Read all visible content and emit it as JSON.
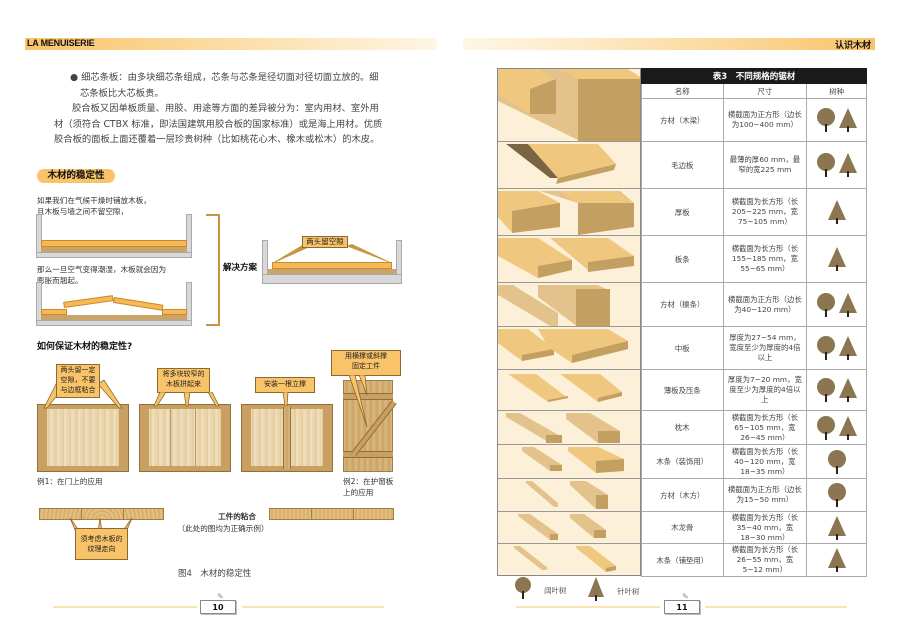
{
  "left_page": {
    "header": "LA MENUISERIE",
    "bullet": "细芯条板：由多块细芯条组成，芯条与芯条是径切面对径切面立放的。细芯条板比大芯板贵。",
    "bullet_line1": "细芯条板：由多块细芯条组成，芯条与芯条是径切面对径切面立放的。细",
    "bullet_line2": "芯条板比大芯板贵。",
    "paragraph_line1": "胶合板又因单板质量、用胶、用途等方面的差异被分为：室内用材、室外用",
    "paragraph_line2": "材（须符合 CTBX 标准，即法国建筑用胶合板的国家标准）或是海上用材。优质",
    "paragraph_line3": "胶合板的面板上面还覆着一层珍贵树种（比如桃花心木、橡木或松木）的木皮。",
    "section_title": "木材的稳定性",
    "diagram1_text_line1": "如果我们在气候干燥时铺放木板，",
    "diagram1_text_line2": "且木板与墙之间不留空隙，",
    "diagram2_text_line1": "那么一旦空气变得潮湿，木板就会因为",
    "diagram2_text_line2": "膨胀而翘起。",
    "solution_label": "解决方案",
    "solution_callout": "两头留空隙",
    "question_title": "如何保证木材的稳定性?",
    "callouts": {
      "door1_line1": "两头留一定",
      "door1_line2": "空隙，不要",
      "door1_line3": "与边框粘合",
      "door2_line1": "将多块较窄的",
      "door2_line2": "木板拼起来",
      "door3": "安装一根立撑",
      "shutter_line1": "用横撑或斜撑",
      "shutter_line2": "固定工件",
      "grain_line1": "须考虑木板的",
      "grain_line2": "纹理走向"
    },
    "example1": "例1：在门上的应用",
    "example2_line1": "例2：在护窗板",
    "example2_line2": "上的应用",
    "gluing_title": "工件的粘合",
    "gluing_note": "（此处的图均为正确示例）",
    "figure_caption": "图4　木材的稳定性",
    "page_number": "10"
  },
  "right_page": {
    "header": "认识木材",
    "table": {
      "title": "表3　不同规格的锯材",
      "columns": [
        "名称",
        "尺寸",
        "树种"
      ],
      "rows": [
        {
          "name": "方材（木梁）",
          "size": "横截面为正方形（边长为100~400 mm）",
          "species": [
            "broadleaf",
            "conifer"
          ]
        },
        {
          "name": "毛边板",
          "size": "最薄的厚60 mm，最窄的宽225 mm",
          "species": [
            "broadleaf",
            "conifer"
          ]
        },
        {
          "name": "厚板",
          "size": "横截面为长方形（长205~225 mm，宽75~105 mm）",
          "species": [
            "conifer"
          ]
        },
        {
          "name": "板条",
          "size": "横截面为长方形（长155~185 mm，宽55~65 mm）",
          "species": [
            "conifer"
          ]
        },
        {
          "name": "方材（檩条）",
          "size": "横截面为正方形（边长为40~120 mm）",
          "species": [
            "broadleaf",
            "conifer"
          ]
        },
        {
          "name": "中板",
          "size": "厚度为27~54 mm，宽度至少为厚度的4倍以上",
          "species": [
            "broadleaf",
            "conifer"
          ]
        },
        {
          "name": "薄板及压条",
          "size": "厚度为7~20 mm，宽度至少为厚度的4倍以上",
          "species": [
            "broadleaf",
            "conifer"
          ]
        },
        {
          "name": "枕木",
          "size": "横截面为长方形（长65~105 mm，宽26~45 mm）",
          "species": [
            "broadleaf",
            "conifer"
          ]
        },
        {
          "name": "木条（装饰用）",
          "size": "横截面为长方形（长40~120 mm，宽18~35 mm）",
          "species": [
            "broadleaf"
          ]
        },
        {
          "name": "方材（木方）",
          "size": "横截面为正方形（边长为15~50 mm）",
          "species": [
            "broadleaf"
          ]
        },
        {
          "name": "木龙骨",
          "size": "横截面为长方形（长35~40 mm，宽18~30 mm）",
          "species": [
            "conifer"
          ]
        },
        {
          "name": "木条（铺垫用）",
          "size": "横截面为长方形（长26~55 mm，宽5~12 mm）",
          "species": [
            "conifer"
          ]
        }
      ]
    },
    "legend": {
      "broadleaf": "阔叶树",
      "conifer": "针叶树"
    },
    "page_number": "11"
  },
  "colors": {
    "header_orange": "#f9c36a",
    "tree_brown": "#8b7651",
    "table_title_bg": "#1a1a1a",
    "image_bg": "#fdf0d8",
    "wood": "#e9bd78"
  }
}
